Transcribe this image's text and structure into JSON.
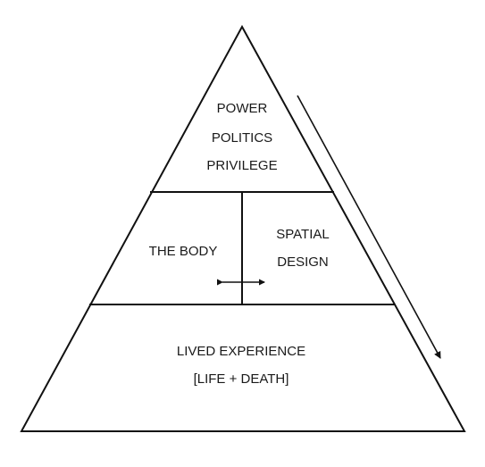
{
  "diagram": {
    "top_tier": {
      "lines": [
        "POWER",
        "POLITICS",
        "PRIVILEGE"
      ]
    },
    "middle_tier": {
      "left_label": "THE BODY",
      "right_lines": [
        "SPATIAL",
        "DESIGN"
      ]
    },
    "bottom_tier": {
      "lines": [
        "LIVED EXPERIENCE",
        "[LIFE + DEATH]"
      ]
    }
  },
  "colors": {
    "line": "#111111",
    "text": "#1a1a1a",
    "background": "#ffffff"
  }
}
